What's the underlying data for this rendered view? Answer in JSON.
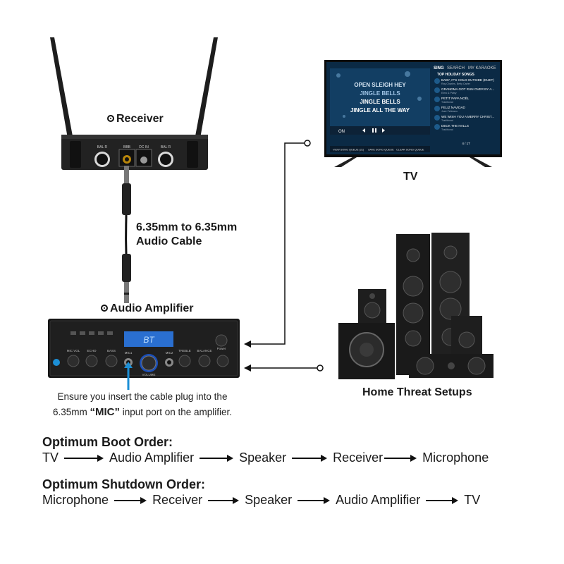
{
  "receiver": {
    "label": "Receiver",
    "jack_labels": [
      "BAL R",
      "BBB",
      "DC IN",
      "BAL R"
    ]
  },
  "cable": {
    "label_line1": "6.35mm to 6.35mm",
    "label_line2": "Audio Cable"
  },
  "amplifier": {
    "label": "Audio Amplifier",
    "display": "BT",
    "controls": [
      "MIC VOL",
      "ECHO",
      "BASS",
      "MIC1",
      "MIC2",
      "TREBLE",
      "BALANCE",
      "VOLUME",
      "Power"
    ]
  },
  "note": {
    "line1": "Ensure you insert the cable plug into the",
    "line2_pre": "6.35mm ",
    "line2_mic": "“MIC”",
    "line2_post": " input port on the amplifier."
  },
  "tv": {
    "label": "TV",
    "menu": [
      "SING",
      "SEARCH",
      "MY KARAOKE"
    ],
    "list_title": "TOP HOLIDAY SONGS",
    "lyrics": [
      "OPEN SLEIGH HEY",
      "JINGLE BELLS",
      "JINGLE BELLS",
      "JINGLE ALL THE WAY"
    ],
    "songs": [
      {
        "title": "BABY, IT'S COLD OUTSIDE (DUET)",
        "artist": "Ray Charles, Betty Carter"
      },
      {
        "title": "GRANDMA GOT RUN OVER BY A...",
        "artist": "Elmo & Patsy"
      },
      {
        "title": "PETIT PAPA NOËL",
        "artist": "Traditional"
      },
      {
        "title": "FELIZ NAVIDAD",
        "artist": "José Feliciano"
      },
      {
        "title": "WE WISH YOU A MERRY CHRIST...",
        "artist": "Traditional"
      },
      {
        "title": "DECK THE HALLS",
        "artist": "Traditional"
      }
    ],
    "on_label": "ON",
    "page": "4 / 17",
    "queue_buttons": [
      "VIEW SONG QUEUE (21)",
      "SAVE SONG QUEUE",
      "CLEAR SONG QUEUE"
    ]
  },
  "speakers": {
    "label": "Home Threat Setups"
  },
  "boot": {
    "title": "Optimum Boot Order:",
    "steps": [
      "TV",
      "Audio Amplifier",
      "Speaker",
      "Receiver",
      "Microphone"
    ]
  },
  "shutdown": {
    "title": "Optimum Shutdown Order:",
    "steps": [
      "Microphone",
      "Receiver",
      "Speaker",
      "Audio Amplifier",
      "TV"
    ]
  },
  "colors": {
    "accent_blue": "#1c8fd6",
    "display_blue": "#2a6fd0",
    "device_dark": "#1b1b1b"
  }
}
